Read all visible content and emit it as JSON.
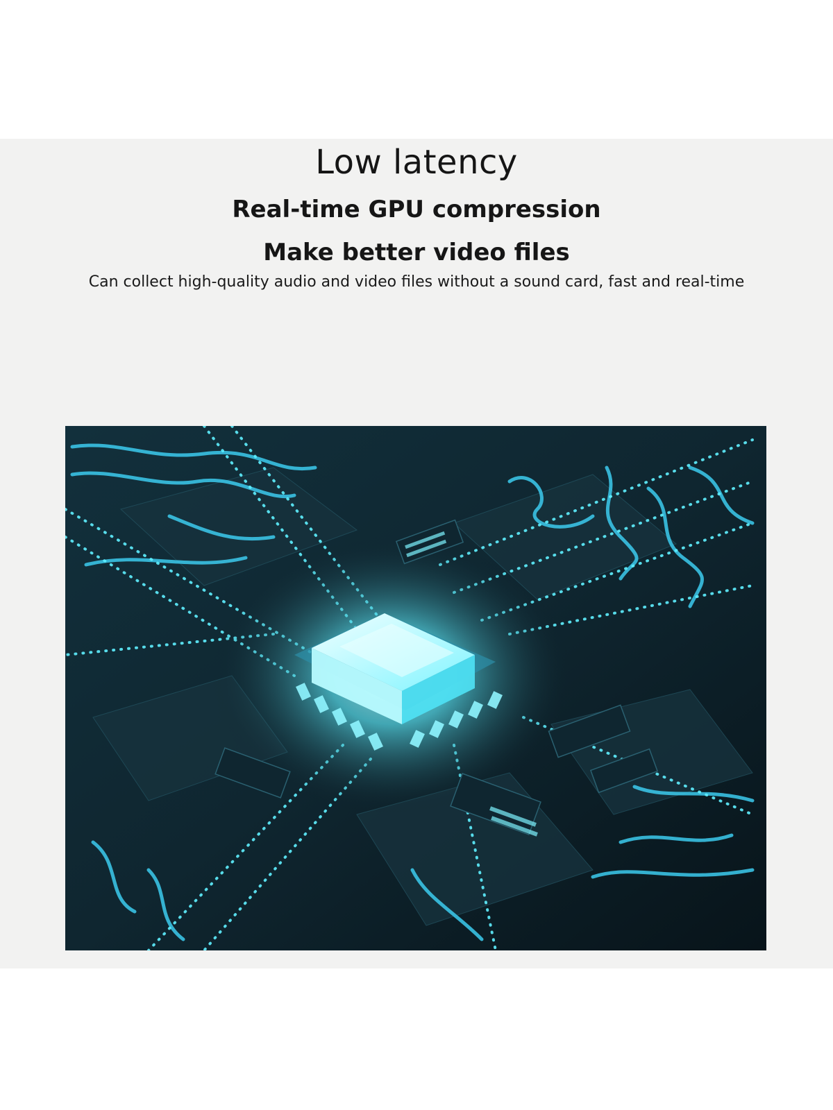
{
  "header": {
    "title": "Low latency",
    "subtitle_1": "Real-time GPU compression",
    "subtitle_2": "Make better video files",
    "description": "Can collect high-quality audio and video files without a sound card, fast and real-time"
  },
  "illustration": {
    "subject": "glowing-circuit-board-chip",
    "colors": {
      "background": "#0c1a22",
      "glow": "#5ff0ff",
      "trace": "#2fb6d8",
      "board": "#1a3a45"
    }
  }
}
